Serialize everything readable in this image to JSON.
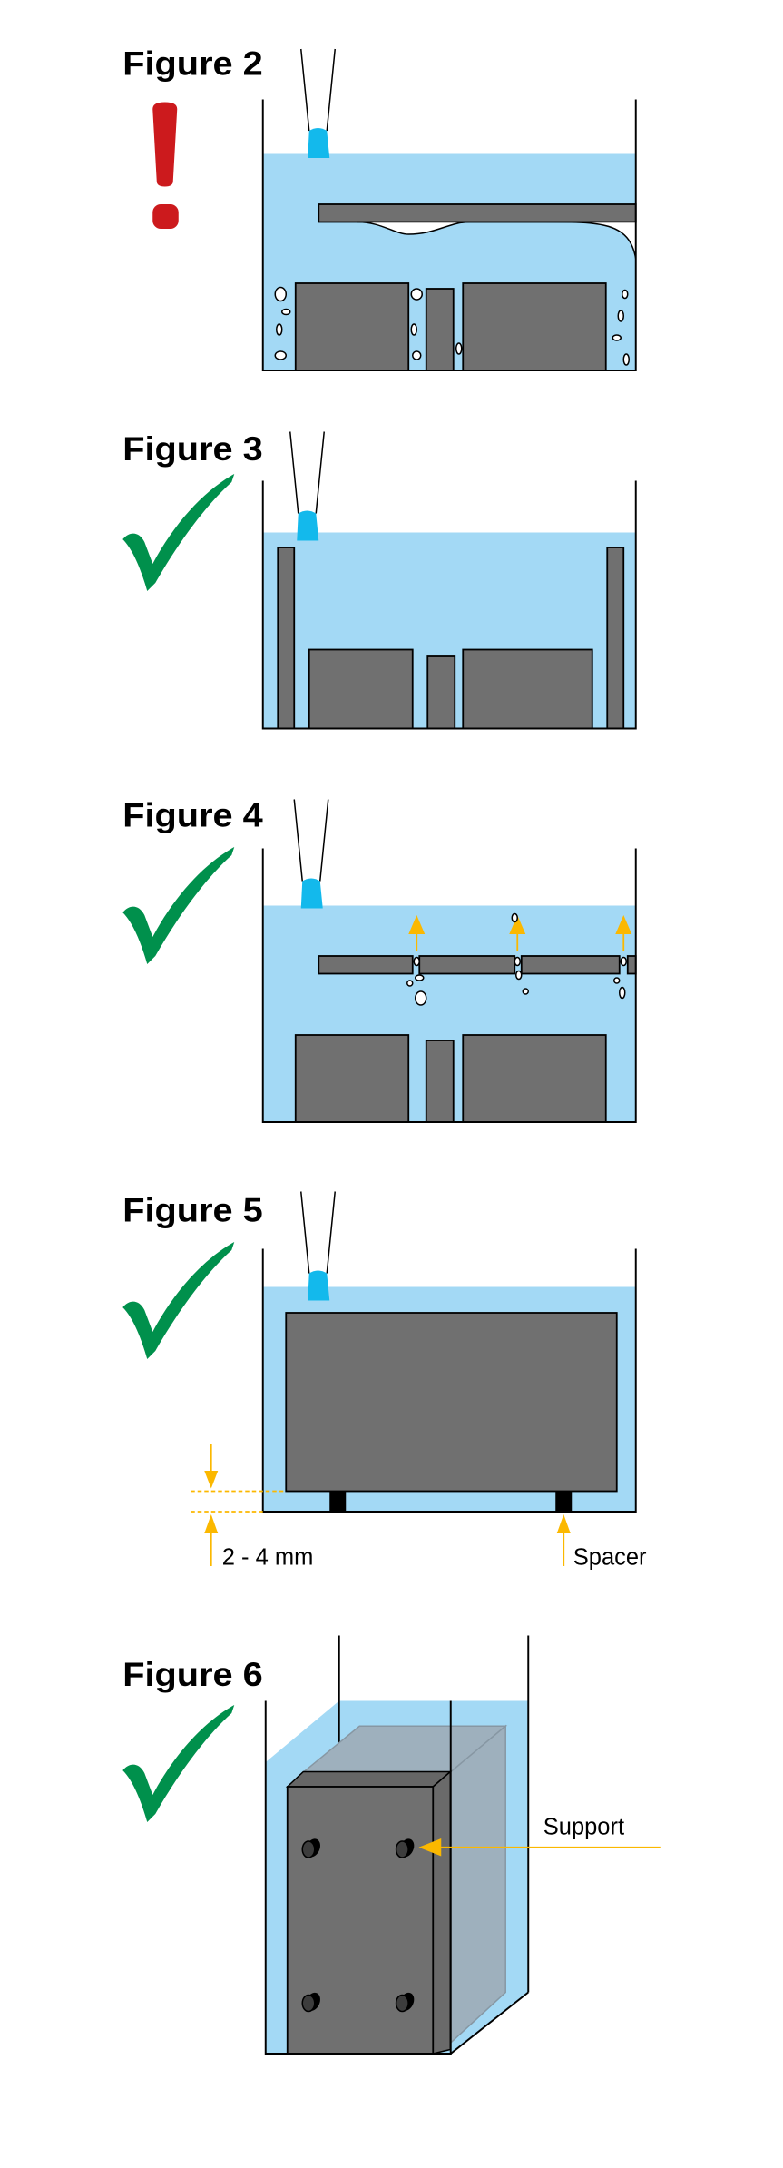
{
  "figures": [
    {
      "label": "Figure 2",
      "status": "warning",
      "status_icon": "exclamation-icon"
    },
    {
      "label": "Figure 3",
      "status": "correct",
      "status_icon": "checkmark-icon"
    },
    {
      "label": "Figure 4",
      "status": "correct",
      "status_icon": "checkmark-icon"
    },
    {
      "label": "Figure 5",
      "status": "correct",
      "status_icon": "checkmark-icon",
      "gap_label": "2 - 4 mm",
      "spacer_label": "Spacer"
    },
    {
      "label": "Figure 6",
      "status": "correct",
      "status_icon": "checkmark-icon",
      "support_label": "Support"
    }
  ],
  "colors": {
    "water": "#a3d9f5",
    "part": "#707070",
    "nozzle": "#13b9ec",
    "warning": "#cc1a1d",
    "check": "#00904c",
    "arrow": "#fbb800"
  }
}
